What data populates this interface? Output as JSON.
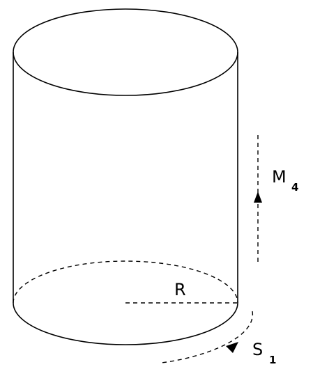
{
  "labels": {
    "radius": "R",
    "path_vertical": "M",
    "path_vertical_sub": "4",
    "path_curve": "S",
    "path_curve_sub": "1"
  },
  "colors": {
    "stroke": "#000000",
    "background": "#ffffff"
  }
}
